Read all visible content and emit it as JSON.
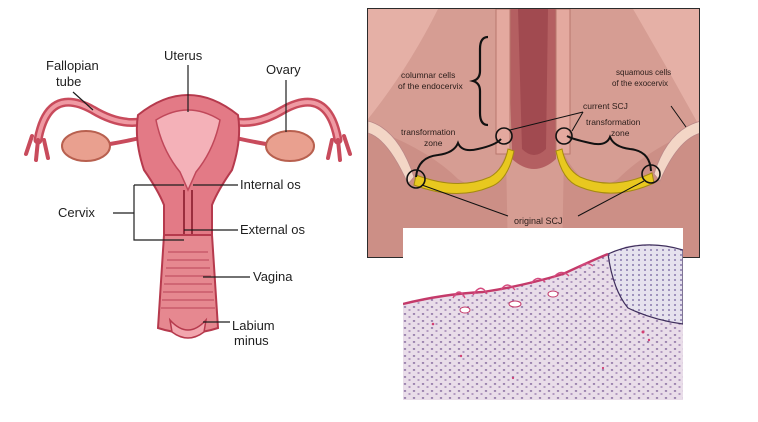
{
  "anatomy": {
    "labels": {
      "fallopian_tube_line1": "Fallopian",
      "fallopian_tube_line2": "tube",
      "uterus": "Uterus",
      "ovary": "Ovary",
      "internal_os": "Internal os",
      "cervix": "Cervix",
      "external_os": "External os",
      "vagina": "Vagina",
      "labium_line1": "Labium",
      "labium_line2": "minus"
    }
  },
  "cervix_diagram": {
    "labels": {
      "columnar_line1": "columnar cells",
      "columnar_line2": "of the endocervix",
      "squamous_line1": "squamous cells",
      "squamous_line2": "of the exocervix",
      "current_scj": "current SCJ",
      "tz_left_line1": "transformation",
      "tz_left_line2": "zone",
      "tz_right_line1": "transformation",
      "tz_right_line2": "zone",
      "original_scj": "original SCJ"
    }
  },
  "histology": {},
  "colors": {
    "uterus_pink": "#e37a86",
    "uterus_dark": "#b63a4d",
    "cervix_bg": "#d79f95",
    "transformation_yellow": "#e8c81f",
    "stain_purple": "#8a5b9e"
  }
}
